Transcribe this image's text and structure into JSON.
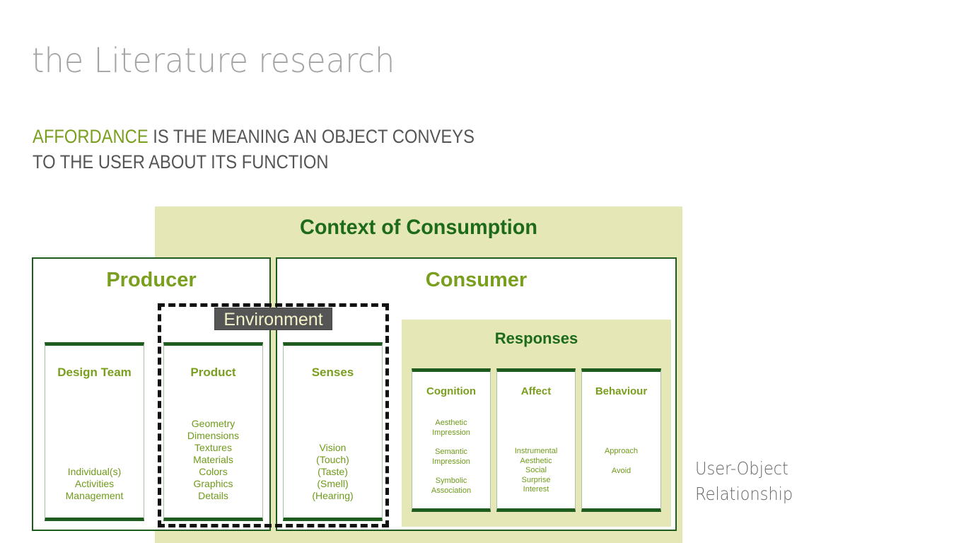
{
  "header": {
    "title": "the Literature research",
    "subtitle_accent": "AFFORDANCE",
    "subtitle_line1_rest": " IS THE MEANING AN OBJECT CONVEYS",
    "subtitle_line2": "TO THE USER ABOUT ITS FUNCTION"
  },
  "diagram": {
    "context_title": "Context of Consumption",
    "producer": {
      "title": "Producer",
      "columns": [
        {
          "title": "Design Team",
          "items": [
            "Individual(s)",
            "Activities",
            "Management"
          ]
        },
        {
          "title": "Product",
          "items": [
            "Geometry",
            "Dimensions",
            "Textures",
            "Materials",
            "Colors",
            "Graphics",
            "Details"
          ]
        }
      ]
    },
    "consumer": {
      "title": "Consumer",
      "columns": [
        {
          "title": "Senses",
          "items": [
            "Vision",
            "(Touch)",
            "(Taste)",
            "(Smell)",
            "(Hearing)"
          ]
        }
      ],
      "responses": {
        "title": "Responses",
        "columns": [
          {
            "title": "Cognition",
            "groups": [
              [
                "Aesthetic",
                "Impression"
              ],
              [
                "Semantic",
                "Impression"
              ],
              [
                "Symbolic",
                "Association"
              ]
            ]
          },
          {
            "title": "Affect",
            "groups": [
              [
                "Instrumental",
                "Aesthetic",
                "Social",
                "Surprise",
                "Interest"
              ]
            ]
          },
          {
            "title": "Behaviour",
            "groups": [
              [
                "Approach"
              ],
              [
                "Avoid"
              ]
            ]
          }
        ]
      }
    },
    "environment_label": "Environment",
    "side_label_line1": "User-Object",
    "side_label_line2": "Relationship"
  },
  "colors": {
    "accent_green": "#7a9e1d",
    "dark_green": "#1d6a1b",
    "context_bg": "#e5e7b7",
    "environment_label_bg": "#555555"
  }
}
